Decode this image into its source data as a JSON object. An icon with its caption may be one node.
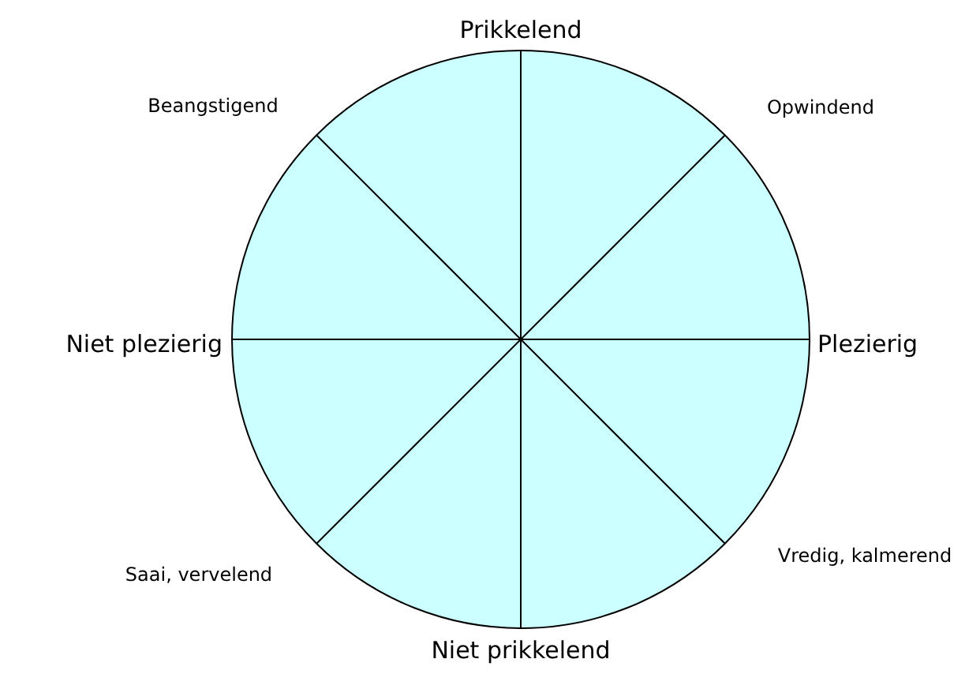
{
  "diagram": {
    "labels": [
      "Prikkelend",
      "Beangstigend",
      "Opwindend",
      "Niet plezierig",
      "Plezierig",
      "Saai, vervelend",
      "Vredig, kalmerend",
      "Niet prikkelend"
    ]
  }
}
